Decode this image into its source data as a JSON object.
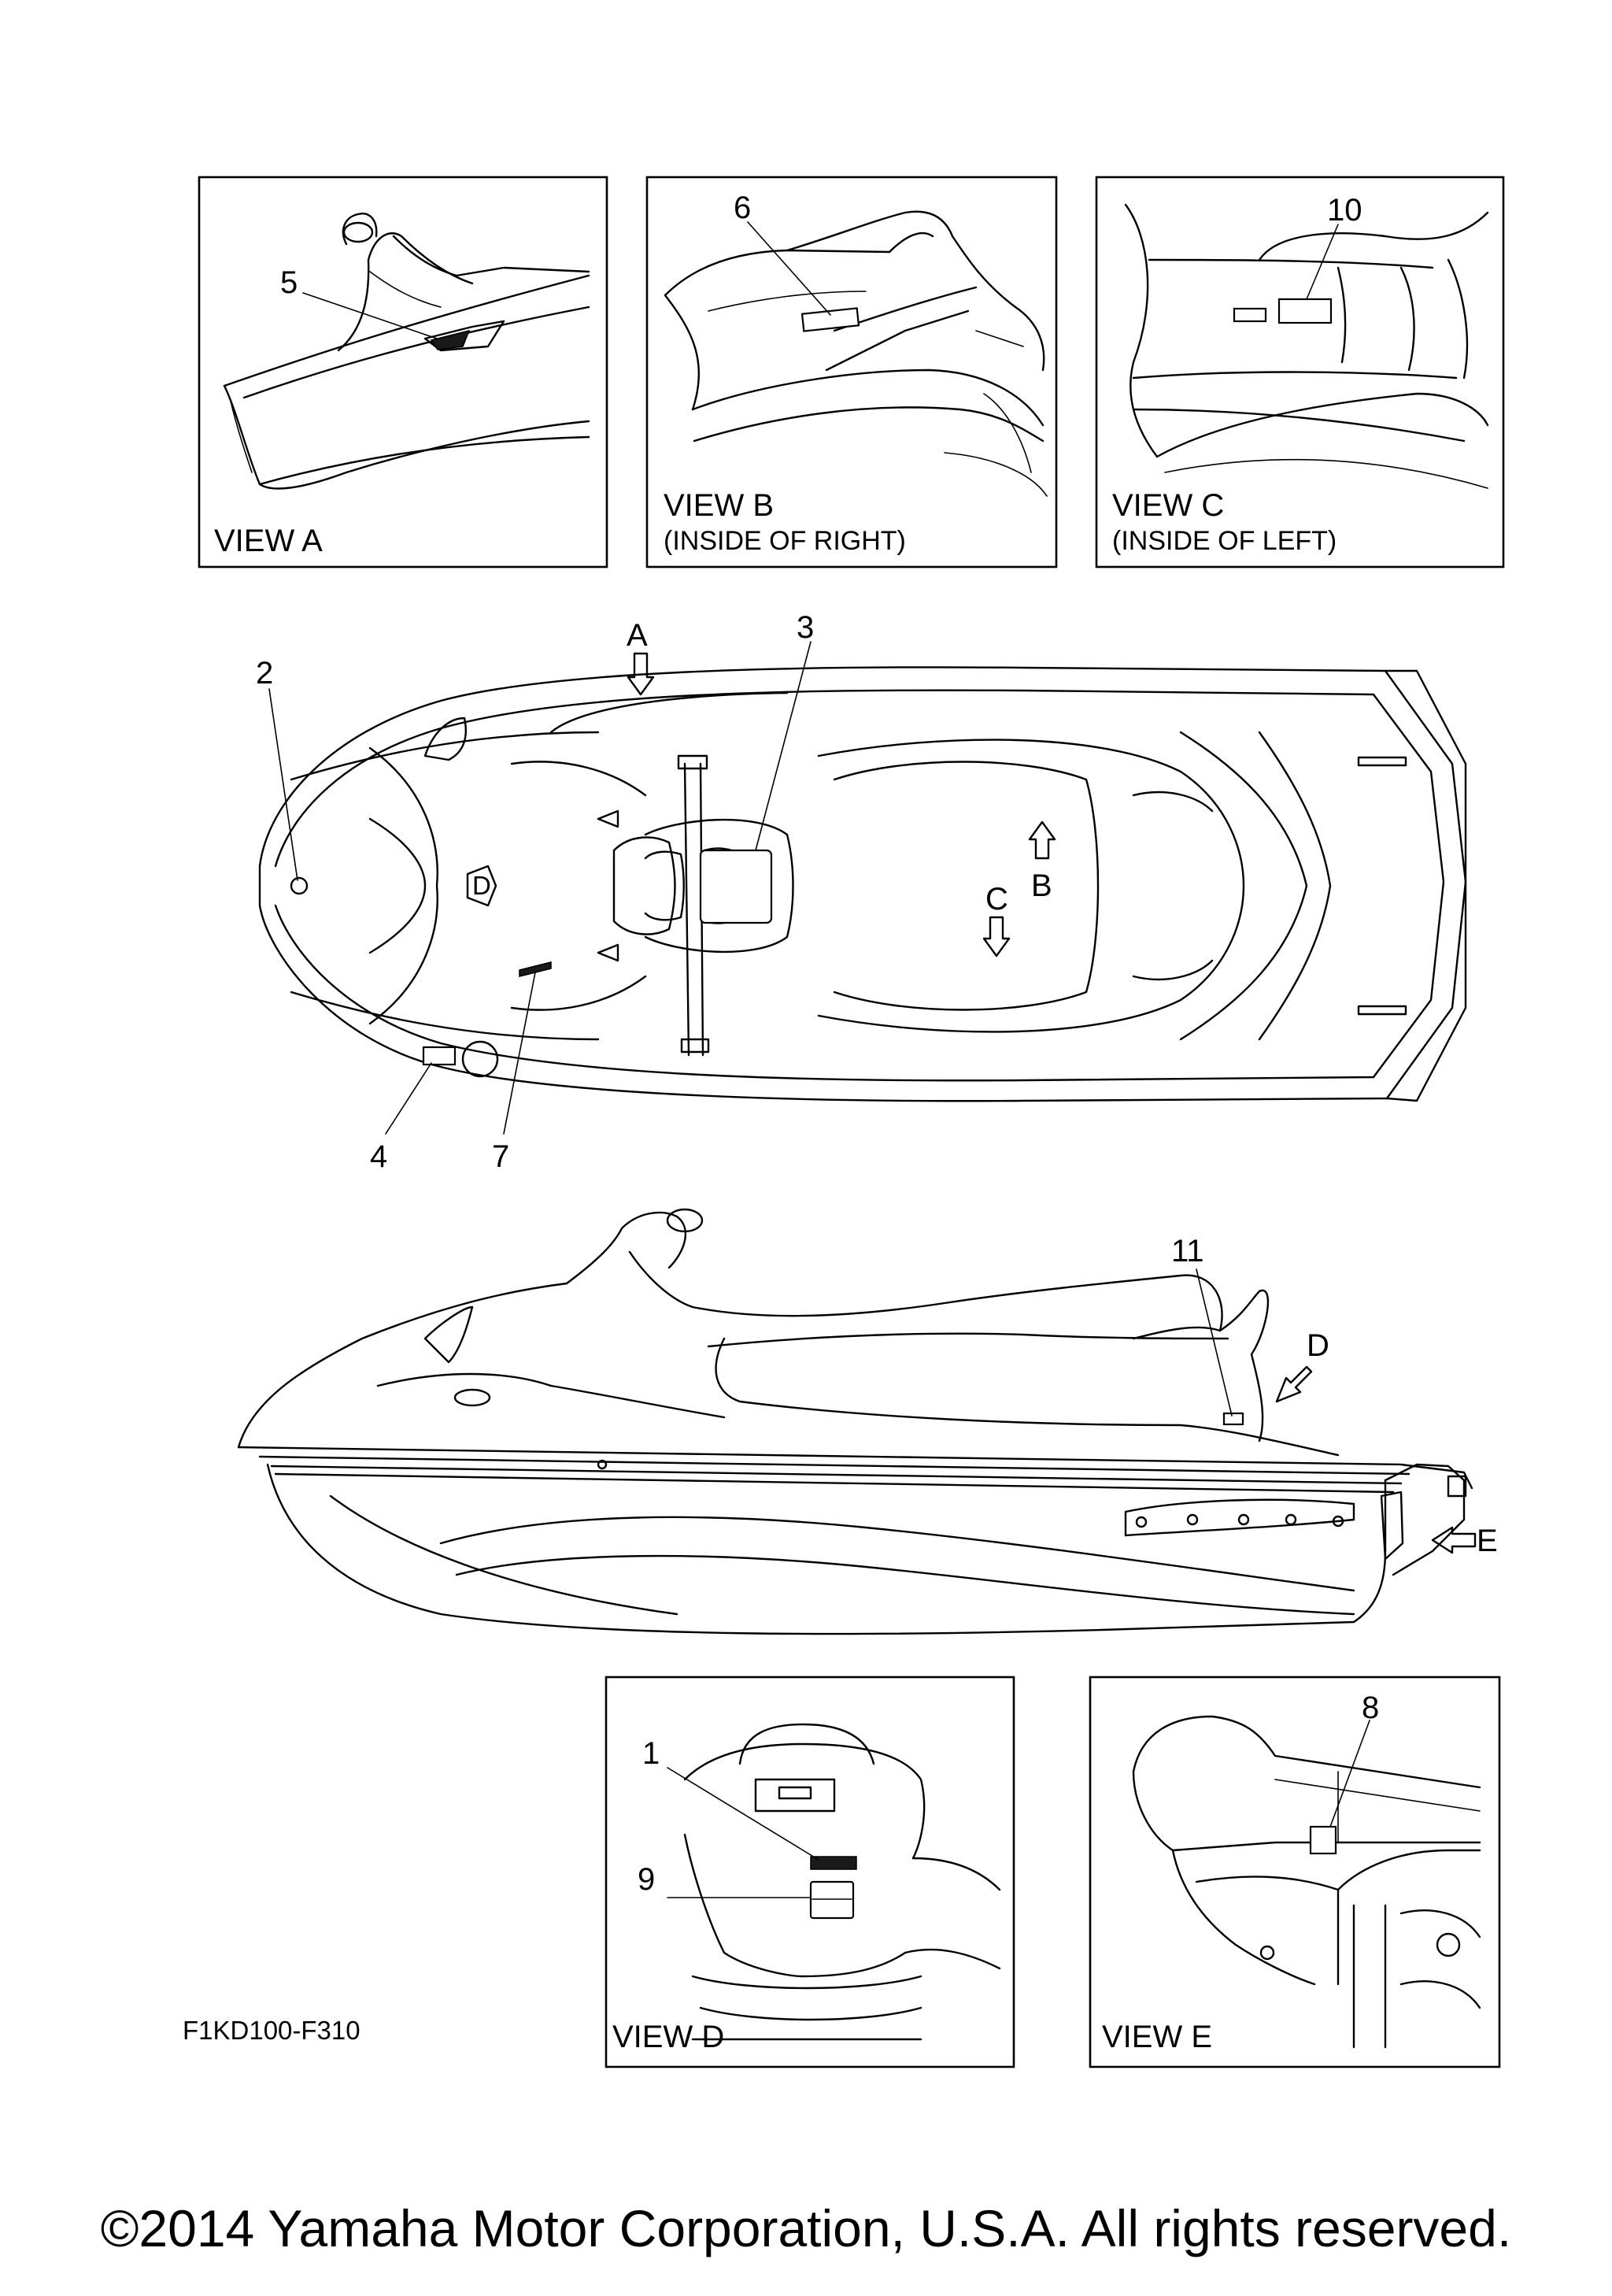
{
  "views": {
    "a": {
      "title": "VIEW A",
      "subtitle": ""
    },
    "b": {
      "title": "VIEW B",
      "subtitle": "(INSIDE OF RIGHT)"
    },
    "c": {
      "title": "VIEW C",
      "subtitle": "(INSIDE OF LEFT)"
    },
    "d": {
      "title": "VIEW D",
      "subtitle": ""
    },
    "e": {
      "title": "VIEW E",
      "subtitle": ""
    }
  },
  "callouts": {
    "c1": "1",
    "c2": "2",
    "c3": "3",
    "c4": "4",
    "c5": "5",
    "c6": "6",
    "c7": "7",
    "c8": "8",
    "c9": "9",
    "c10": "10",
    "c11": "11"
  },
  "view_arrows": {
    "a": "A",
    "b": "B",
    "c": "C",
    "d": "D",
    "e": "E"
  },
  "drawing_code": "F1KD100-F310",
  "copyright": "©2014 Yamaha Motor Corporation, U.S.A. All rights reserved."
}
